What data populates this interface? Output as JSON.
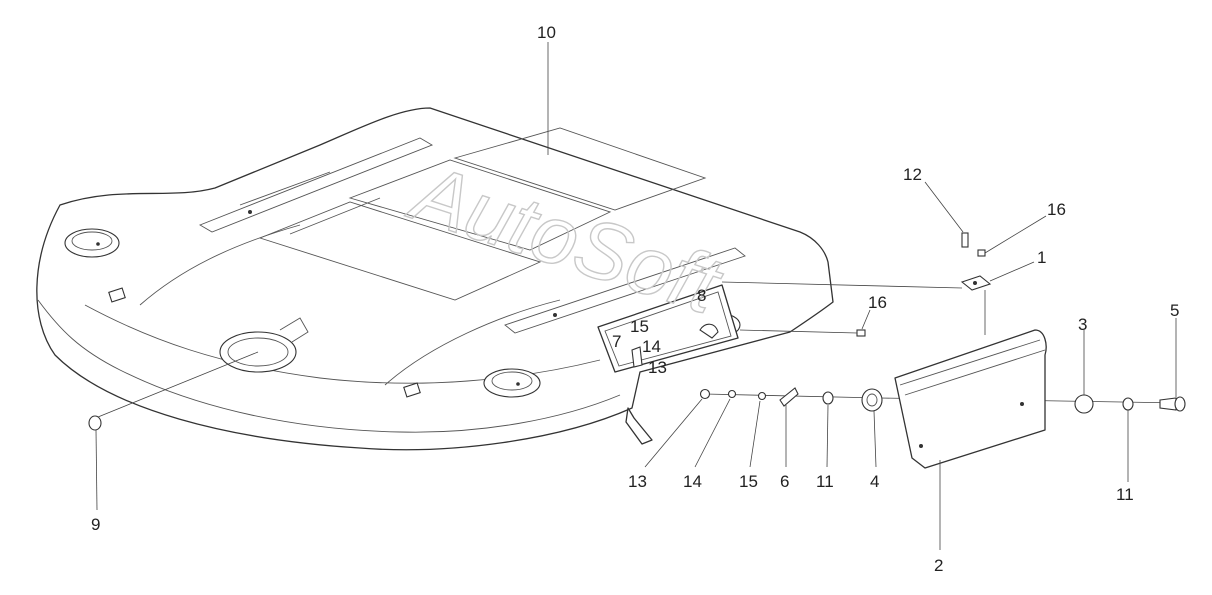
{
  "watermark": "AutoSoft",
  "callouts": {
    "c1": "1",
    "c2": "2",
    "c3": "3",
    "c4": "4",
    "c5": "5",
    "c6": "6",
    "c7": "7",
    "c8": "8",
    "c9": "9",
    "c10": "10",
    "c11a": "11",
    "c11b": "11",
    "c12": "12",
    "c13a": "13",
    "c13b": "13",
    "c14a": "14",
    "c14b": "14",
    "c15a": "15",
    "c15b": "15",
    "c16a": "16",
    "c16b": "16"
  }
}
